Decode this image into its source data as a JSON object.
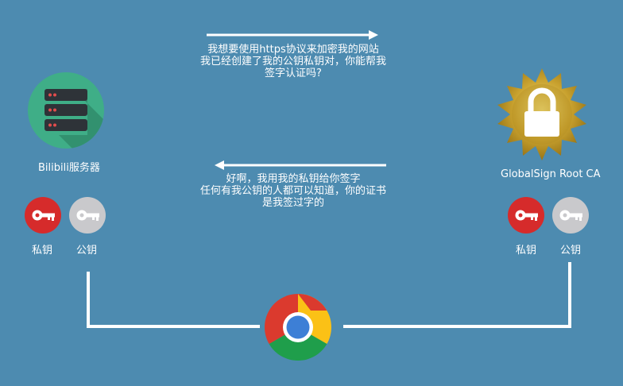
{
  "messages": {
    "request": {
      "lines": [
        "我想要使用https协议来加密我的网站",
        "我已经创建了我的公钥私钥对，你能帮我",
        "签字认证吗?"
      ]
    },
    "response": {
      "lines": [
        "好啊，我用我的私钥给你签字",
        "任何有我公钥的人都可以知道，你的证书",
        "是我签过字的"
      ]
    }
  },
  "server": {
    "name": "Bilibili服务器",
    "icon": "server-icon",
    "color": "#3fae87"
  },
  "ca": {
    "name": "GlobalSign Root CA",
    "icon": "lock-seal-icon",
    "color": "#c9a227"
  },
  "keys": {
    "private_label": "私钥",
    "public_label": "公钥",
    "private_color": "#d62b2b",
    "public_color": "#c9c9cc"
  },
  "browser": {
    "icon": "chrome-icon"
  }
}
